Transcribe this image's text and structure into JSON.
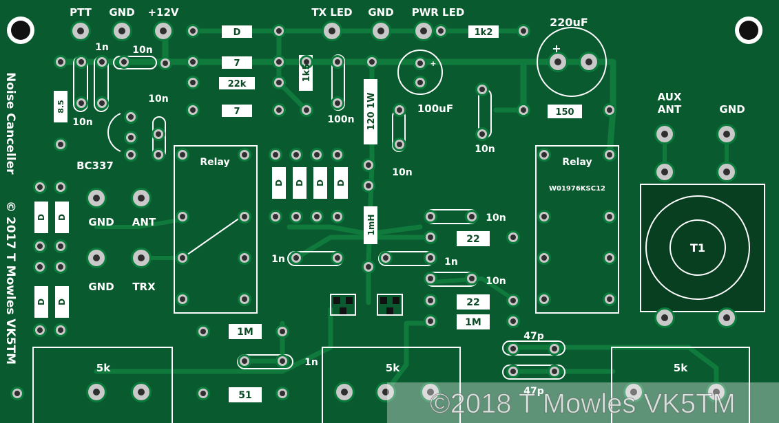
{
  "board": {
    "vertical_title": "Noise Canceller",
    "vertical_credit": "© 2017 T Mowles VK5TM",
    "watermark": "©2018 T Mowles VK5TM",
    "colors": {
      "board": "#0a5a30",
      "copper": "#0f7a3b",
      "silk": "#ffffff",
      "pad": "#c9c9c9"
    }
  },
  "labels": {
    "ptt": "PTT",
    "gnd_top1": "GND",
    "v12": "+12V",
    "tx_led": "TX LED",
    "gnd_top2": "GND",
    "pwr_led": "PWR LED",
    "aux": "AUX",
    "ant_aux": "ANT",
    "gnd_right": "GND",
    "gnd_left1": "GND",
    "ant": "ANT",
    "gnd_left2": "GND",
    "trx": "TRX",
    "bc337": "BC337",
    "relay_left": "Relay",
    "relay_right": "Relay",
    "relay_part": "W01976KSC12",
    "t1": "T1",
    "c220": "220uF",
    "c100": "100uF",
    "plus": "+"
  },
  "components": {
    "r_top_d": "D",
    "r_1k2": "1k2",
    "r_7a": "7",
    "r_22k": "22k",
    "r_7b": "7",
    "r_1k5": "1k5",
    "r_120": "120 1W",
    "r_150": "150",
    "r_left": "8.5",
    "d1": "D",
    "d2": "D",
    "d3": "D",
    "d4": "D",
    "dl1": "D",
    "dl2": "D",
    "dl3": "D",
    "dl4": "D",
    "l_1mh": "1mH",
    "r_22a": "22",
    "r_22b": "22",
    "r_1m_right": "1M",
    "r_1m_left": "1M",
    "r_51": "51",
    "c_1n_top": "1n",
    "c_10n_top": "10n",
    "c_10n_left": "10n",
    "c_10n_mid": "10n",
    "c_100n": "100n",
    "c_10n_120": "10n",
    "c_10n_right": "10n",
    "c_10n_a": "10n",
    "c_1n_left": "1n",
    "c_1n_right": "1n",
    "c_10n_b": "10n",
    "c_1n_bottom": "1n",
    "c_47p_a": "47p",
    "c_47p_b": "47p",
    "pot_left": "5k",
    "pot_mid": "5k",
    "pot_right": "5k"
  }
}
